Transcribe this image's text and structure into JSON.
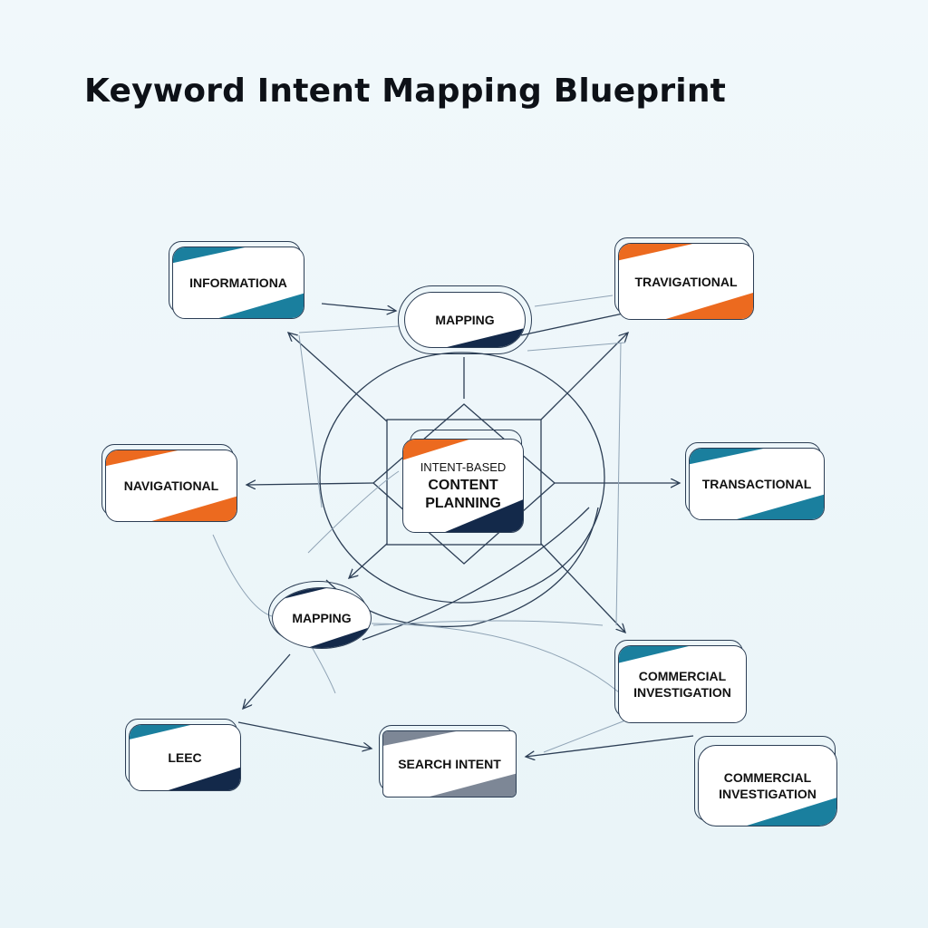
{
  "title": "Keyword Intent Mapping Blueprint",
  "colors": {
    "teal": "#1a7f9e",
    "orange": "#ec6a1f",
    "navy": "#13294a",
    "gray": "#7d8796",
    "line": "#2c3e55"
  },
  "nodes": {
    "informational": {
      "label": "INFORMATIONA"
    },
    "mapping_top": {
      "label": "MAPPING"
    },
    "travigational": {
      "label": "TRAVIGATIONAL"
    },
    "navigational": {
      "label": "NAVIGATIONAL"
    },
    "center": {
      "line1": "INTENT-BASED",
      "line2": "CONTENT",
      "line3": "PLANNING"
    },
    "transactional": {
      "label": "TRANSACTIONAL"
    },
    "mapping_bottom": {
      "label": "MAPPING"
    },
    "commercial_1": {
      "line1": "COMMERCIAL",
      "line2": "INVESTIGATION"
    },
    "leec": {
      "label": "LEEC"
    },
    "search_intent": {
      "label": "SEARCH INTENT"
    },
    "commercial_2": {
      "line1": "COMMERCIAL",
      "line2": "INVESTIGATION"
    }
  }
}
